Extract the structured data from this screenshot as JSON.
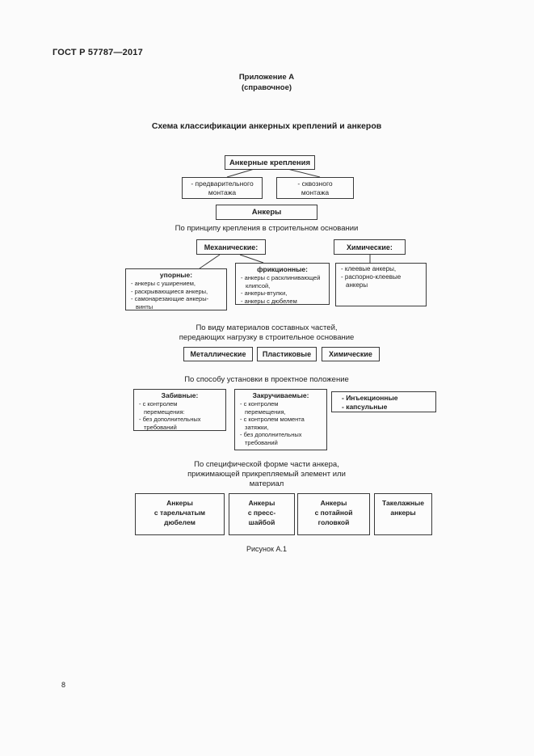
{
  "page": {
    "doc_number": "ГОСТ Р 57787—2017",
    "appendix": "Приложение А\n(справочное)",
    "scheme_title": "Схема классификации анкерных креплений и анкеров",
    "figure_caption": "Рисунок А.1",
    "page_number": "8"
  },
  "diagram": {
    "root_box": "Анкерные крепления",
    "mount_boxes": [
      "- предварительного\nмонтажа",
      "- сквозного\nмонтажа"
    ],
    "anchors_box": "Анкеры",
    "section1": {
      "heading": "По принципу крепления в строительном основании",
      "mechanical_label": "Механические:",
      "chemical_label": "Химические:",
      "thrust": {
        "title": "упорные:",
        "items": [
          "- анкеры с уширением,",
          "- раскрывающиеся анкеры,",
          "- самонарезающие анкеры-\nвинты"
        ]
      },
      "friction": {
        "title": "фрикционные:",
        "items": [
          "- анкеры с расклинивающей\nклипсой,",
          "- анкеры-втулки,",
          "- анкеры с дюбелем"
        ]
      },
      "chemical_items": [
        "- клеевые анкеры,",
        "- распорно-клеевые\nанкеры"
      ]
    },
    "section2": {
      "heading": "По виду материалов составных частей,\nпередающих нагрузку в строительное основание",
      "boxes": [
        "Металлические",
        "Пластиковые",
        "Химические"
      ]
    },
    "section3": {
      "heading": "По способу установки в проектное положение",
      "driven": {
        "title": "Забивные:",
        "items": [
          "- с контролем\nперемещения:",
          "- без дополнительных\nтребований"
        ]
      },
      "screwed": {
        "title": "Закручиваемые:",
        "items": [
          "- с контролем\nперемещения,",
          "- с контролем момента\nзатяжки,",
          "- без дополнительных\nтребований"
        ]
      },
      "injection_items": [
        "- Инъекционные",
        "- капсульные"
      ]
    },
    "section4": {
      "heading": "По специфической форме части анкера,\nприжимающей прикрепляемый элемент или\nматериал",
      "boxes": [
        "Анкеры\nс тарельчатым\nдюбелем",
        "Анкеры\nс пресс-\nшайбой",
        "Анкеры\nс потайной\nголовкой",
        "Такелажные\nанкеры"
      ]
    }
  }
}
